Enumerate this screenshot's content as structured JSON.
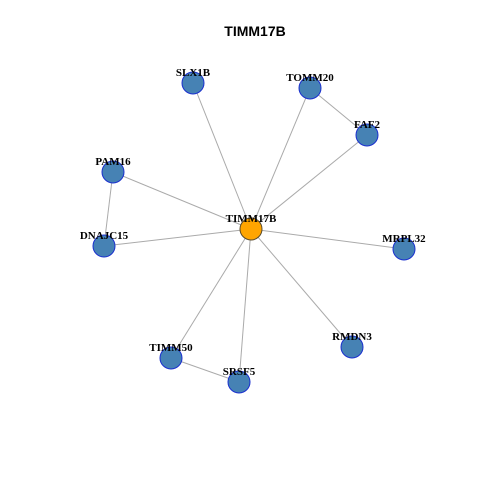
{
  "title": "TIMM17B",
  "colors": {
    "center_node": "#FFA500",
    "center_node_stroke": "#5a4a2a",
    "node": "#4682B4",
    "node_stroke": "#1a2fcf",
    "edge": "#aaaaaa"
  },
  "nodes": [
    {
      "id": "TIMM17B",
      "label": "TIMM17B",
      "center": true
    },
    {
      "id": "SLX1B",
      "label": "SLX1B"
    },
    {
      "id": "TOMM20",
      "label": "TOMM20"
    },
    {
      "id": "FAF2",
      "label": "FAF2"
    },
    {
      "id": "PAM16",
      "label": "PAM16"
    },
    {
      "id": "DNAJC15",
      "label": "DNAJC15"
    },
    {
      "id": "MRPL32",
      "label": "MRPL32"
    },
    {
      "id": "RMDN3",
      "label": "RMDN3"
    },
    {
      "id": "TIMM50",
      "label": "TIMM50"
    },
    {
      "id": "SRSF5",
      "label": "SRSF5"
    }
  ],
  "edges": [
    [
      "TIMM17B",
      "SLX1B"
    ],
    [
      "TIMM17B",
      "TOMM20"
    ],
    [
      "TIMM17B",
      "FAF2"
    ],
    [
      "TIMM17B",
      "PAM16"
    ],
    [
      "TIMM17B",
      "DNAJC15"
    ],
    [
      "TIMM17B",
      "MRPL32"
    ],
    [
      "TIMM17B",
      "RMDN3"
    ],
    [
      "TIMM17B",
      "TIMM50"
    ],
    [
      "TIMM17B",
      "SRSF5"
    ],
    [
      "TOMM20",
      "FAF2"
    ],
    [
      "PAM16",
      "DNAJC15"
    ],
    [
      "TIMM50",
      "SRSF5"
    ]
  ]
}
